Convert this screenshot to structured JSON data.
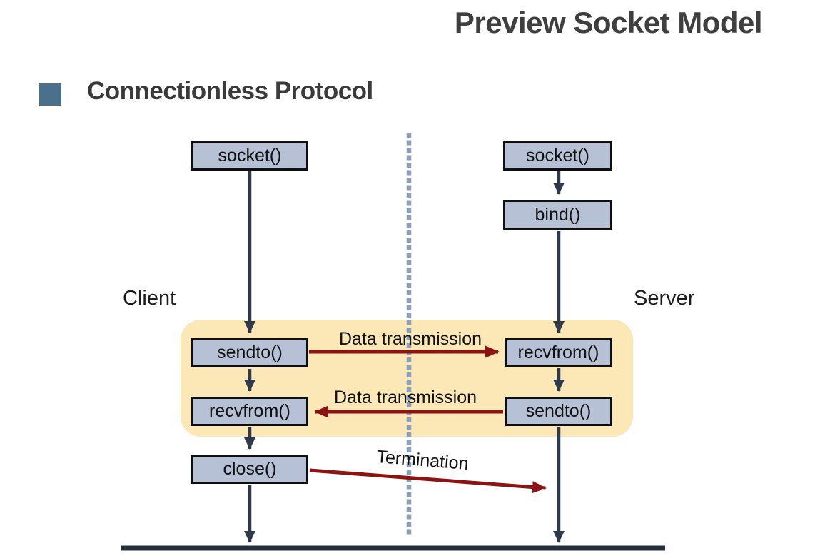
{
  "title": "Preview Socket Model",
  "heading": {
    "label": "Connectionless Protocol"
  },
  "diagram": {
    "client": {
      "role_label": "Client",
      "boxes": {
        "socket": "socket()",
        "sendto": "sendto()",
        "recvfrom": "recvfrom()",
        "close": "close()"
      }
    },
    "server": {
      "role_label": "Server",
      "boxes": {
        "socket": "socket()",
        "bind": "bind()",
        "recvfrom": "recvfrom()",
        "sendto": "sendto()"
      }
    },
    "messages": {
      "request": "Data transmission",
      "response": "Data transmission",
      "termination": "Termination"
    }
  },
  "colors": {
    "box_fill": "#b7c1d5",
    "box_border": "#0f0f0f",
    "flow_arrow": "#2e3a4b",
    "message_arrow": "#8b1412",
    "highlight": "#fbe8b6",
    "divider_dot": "#8aa0bf",
    "baseline": "#28303d",
    "title_text": "#3f3f3f",
    "heading_text": "#3a3a3a",
    "bullet": "#4a708e",
    "label_text": "#111111"
  }
}
